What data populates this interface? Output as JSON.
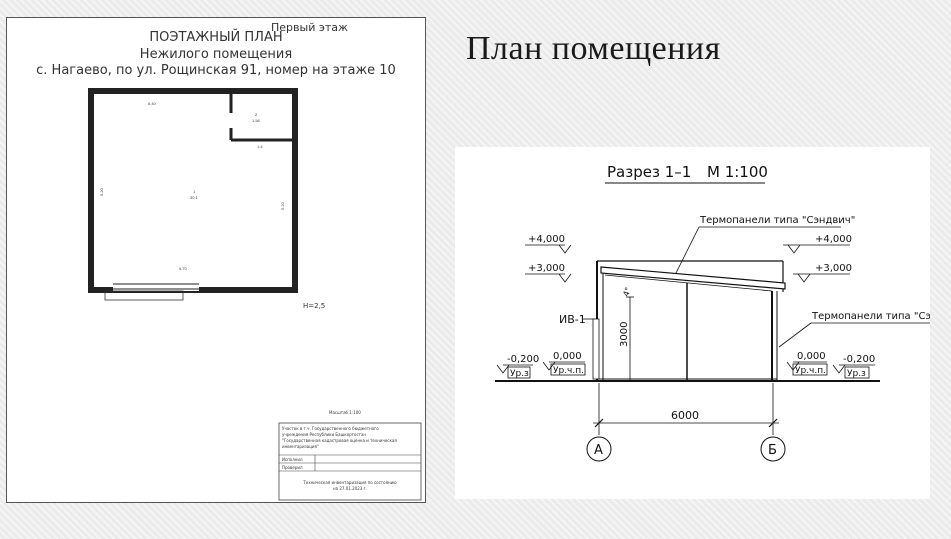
{
  "slide": {
    "title": "План помещения"
  },
  "floor_plan": {
    "floor_label": "Первый этаж",
    "title_line1": "ПОЭТАЖНЫЙ ПЛАН",
    "title_line2": "Нежилого помещения",
    "title_line3": "с. Нагаево, по ул. Рощинская 91, номер на этаже 10",
    "height_note": "Н=2,5",
    "scale_note": "Масштаб 1:100",
    "dims": {
      "top": "6.40",
      "left": "5.20",
      "right": "5.20",
      "bottom": "5.70",
      "small_room_w": "1.4",
      "room_area_main": "30.1",
      "room_area_small": "1.56",
      "room_1": "1",
      "room_2": "2"
    },
    "stamp": {
      "org_lines": [
        "Участок в т.ч. Государственного бюджетного",
        "учреждения Республики Башкортостан",
        "\"Государственная кадастровая оценка и техническая",
        "инвентаризация\""
      ],
      "row1_label": "Исполнил",
      "row2_label": "Проверил",
      "footer_line1": "Техническая инвентаризация по состоянию",
      "footer_line2": "на 27.01.2023 г."
    }
  },
  "section_drawing": {
    "title": "Разрез 1–1",
    "scale": "М 1:100",
    "panel_label_top": "Термопанели типа \"Сэндвич\"",
    "panel_label_right": "Термопанели типа \"Сэндв",
    "lvl_left_top": "+4,000",
    "lvl_left_mid": "+3,000",
    "lvl_right_top": "+4,000",
    "lvl_right_mid": "+3,000",
    "door_label": "ИВ-1",
    "door_height": "3000",
    "slope_label": "4°",
    "left_ground": "-0,200",
    "left_ground_sub": "Ур.з",
    "left_floor": "0,000",
    "left_floor_sub": "Ур.ч.п.",
    "right_floor": "0,000",
    "right_floor_sub": "Ур.ч.п.",
    "right_ground": "-0,200",
    "right_ground_sub": "Ур.з",
    "span": "6000",
    "axis_a": "А",
    "axis_b": "Б"
  }
}
